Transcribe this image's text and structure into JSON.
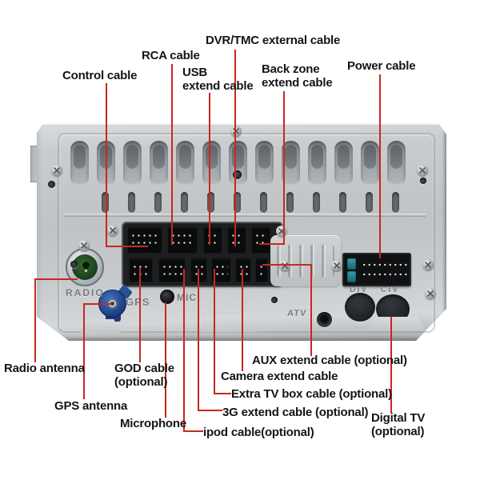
{
  "figure": {
    "type": "annotated-product-diagram",
    "subject": "Car head unit rear panel connection diagram"
  },
  "callouts": {
    "control_cable": "Control cable",
    "rca_cable": "RCA cable",
    "usb_extend_cable": "USB\nextend cable",
    "dvr_tmc_external_cable": "DVR/TMC external cable",
    "back_zone_extend_cable": "Back zone\nextend cable",
    "power_cable": "Power cable",
    "radio_antenna": "Radio antenna",
    "gps_antenna": "GPS antenna",
    "god_cable": "GOD cable\n(optional)",
    "microphone": "Microphone",
    "ipod_cable": "ipod cable(optional)",
    "g3_extend_cable": "3G extend cable (optional)",
    "extra_tv_box_cable": "Extra TV box cable (optional)",
    "camera_extend_cable": "Camera extend cable",
    "aux_extend_cable": "AUX extend cable (optional)",
    "digital_tv": "Digital TV (optional)"
  },
  "panel_engravings": {
    "radio": "RADIO",
    "gps": "GPS",
    "mic": "MIC",
    "atv": "ATV",
    "dtv": "DTV",
    "ctv": "CTV"
  },
  "colors": {
    "leader_line": "#c8281e",
    "label_text": "#151515",
    "panel_silver": "#c6cacd",
    "connector_black": "#141517",
    "radio_green": "#1f4420",
    "gps_blue": "#1f4f9c",
    "fuse_teal": "#27858d"
  }
}
